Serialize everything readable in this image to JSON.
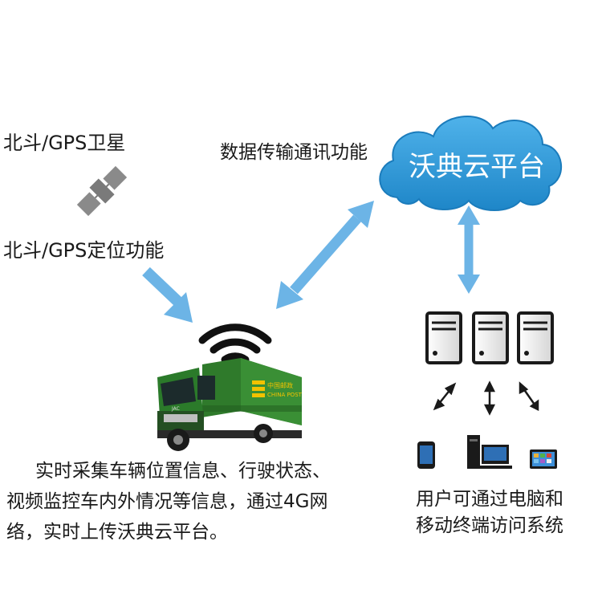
{
  "labels": {
    "satellite": "北斗/GPS卫星",
    "positioning": "北斗/GPS定位功能",
    "transmission": "数据传输通讯功能",
    "cloud": "沃典云平台"
  },
  "truck": {
    "logo_cn": "中国邮政",
    "logo_en": "CHINA POST",
    "cab_badge": "JAC"
  },
  "vehicle_description": {
    "line1": "实时采集车辆位置信息、行驶状态、",
    "line2": "视频监控车内外情况等信息，通过4G网",
    "line3": "络，实时上传沃典云平台。"
  },
  "access_description": {
    "line1": "用户可通过电脑和",
    "line2": "移动终端访问系统"
  },
  "icons": {
    "satellite": "satellite-icon",
    "signal": "wifi-signal-icon",
    "cloud": "cloud-icon",
    "server": "server-icon",
    "phone": "mobile-phone-icon",
    "desktop": "desktop-computer-icon",
    "tablet": "tablet-icon"
  },
  "colors": {
    "arrow": "#6cb4e6",
    "cloud_fill": "#2c96d3",
    "truck_green": "#2f7a2b",
    "post_yellow": "#f2c200"
  }
}
